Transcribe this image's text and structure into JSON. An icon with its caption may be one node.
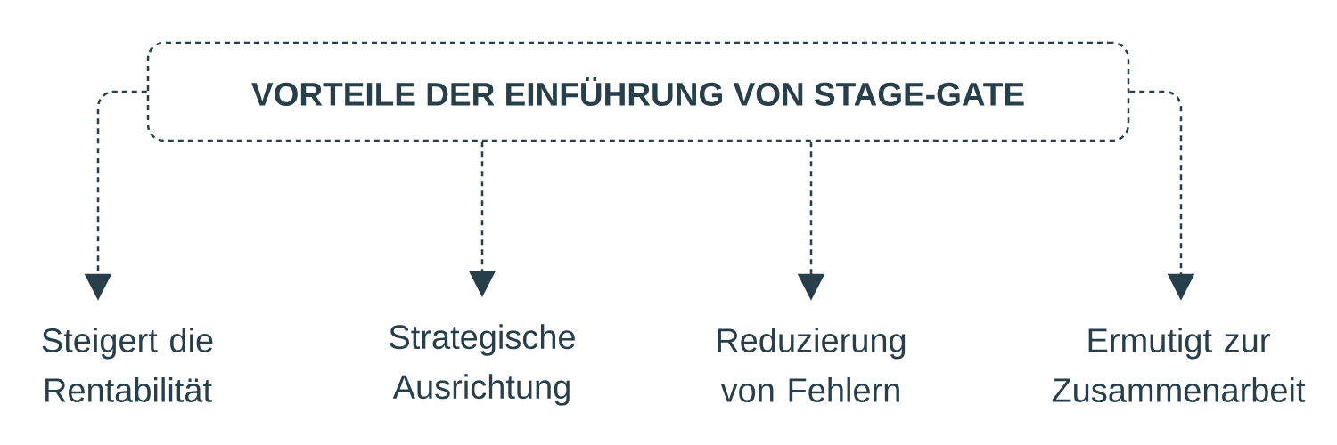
{
  "diagram": {
    "nodes": [
      {
        "text": [
          "VORTEILE DER EINFÜHRUNG VON STAGE-GATE"
        ]
      },
      {
        "text": [
          "Steigert die Rentabilität"
        ]
      },
      {
        "text": [
          "Strategische Ausrichtung"
        ]
      },
      {
        "text": [
          "Reduzierung von Fehlern"
        ]
      },
      {
        "text": [
          "Ermutigt zur Zusammenarbeit"
        ]
      }
    ],
    "edges": [
      {
        "from": 0,
        "to": 1,
        "arrow": "to",
        "style": "dashed"
      },
      {
        "from": 0,
        "to": 2,
        "arrow": "to",
        "style": "dashed"
      },
      {
        "from": 0,
        "to": 3,
        "arrow": "to",
        "style": "dashed"
      },
      {
        "from": 0,
        "to": 4,
        "arrow": "to",
        "style": "dashed"
      }
    ]
  }
}
